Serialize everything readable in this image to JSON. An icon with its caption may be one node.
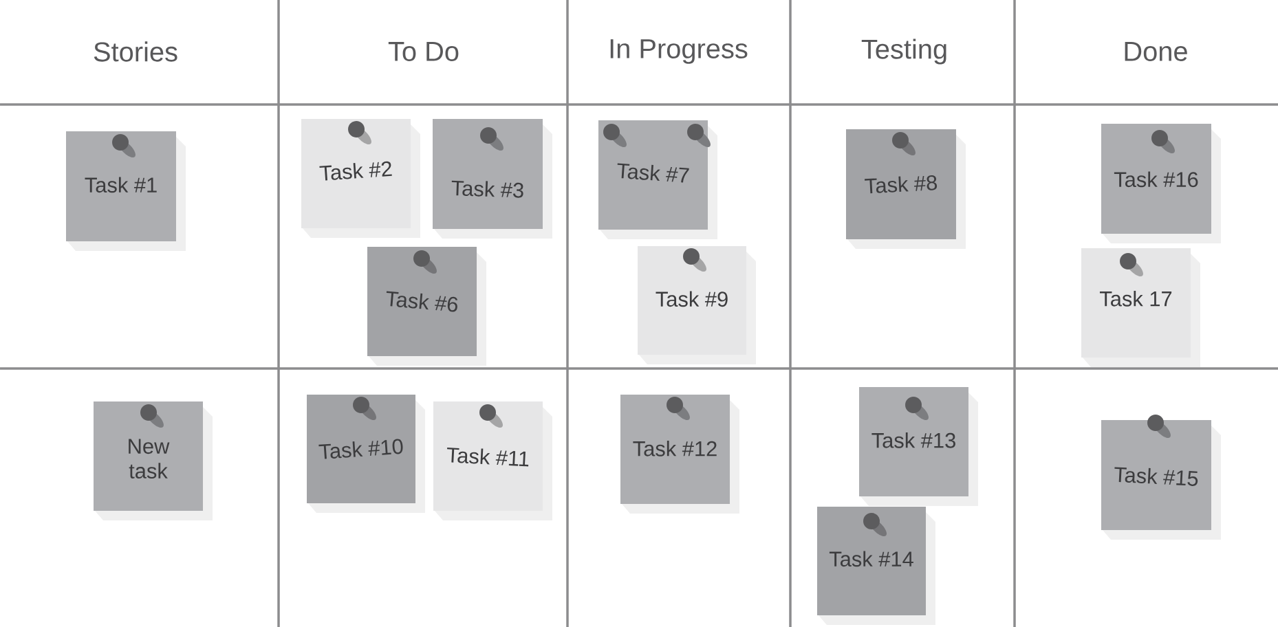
{
  "diagram": {
    "nodes": [
      {
        "text": [
          "Task #1"
        ]
      },
      {
        "text": [
          "Task #2"
        ]
      },
      {
        "text": [
          "Task #3"
        ]
      },
      {
        "text": [
          "Task #6"
        ]
      },
      {
        "text": [
          "Task #7"
        ]
      },
      {
        "text": [
          "Task #9"
        ]
      },
      {
        "text": [
          "Task #8"
        ]
      },
      {
        "text": [
          "Task #16"
        ]
      },
      {
        "text": [
          "Task 17"
        ]
      },
      {
        "text": [
          "New task"
        ]
      },
      {
        "text": [
          "Task #10"
        ]
      },
      {
        "text": [
          "Task #11"
        ]
      },
      {
        "text": [
          "Task #12"
        ]
      },
      {
        "text": [
          "Task #13"
        ]
      },
      {
        "text": [
          "Task #14"
        ]
      },
      {
        "text": [
          "Task #15"
        ]
      }
    ],
    "labels": [
      "Stories",
      "To Do",
      "In Progress",
      "Testing",
      "Done"
    ]
  }
}
